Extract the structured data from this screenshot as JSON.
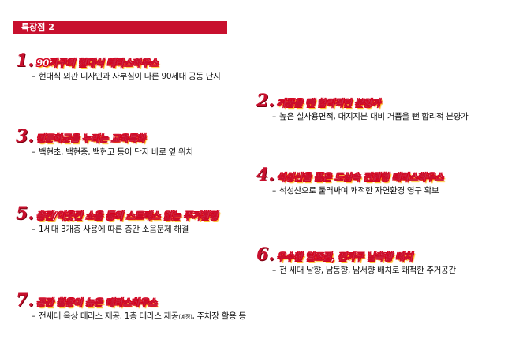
{
  "header": {
    "title": "특장점 2"
  },
  "items": [
    {
      "num": "1.",
      "title": "90가구의 현대식 테라스하우스",
      "dash": "–",
      "desc": "현대식 외관 디자인과 자부심이 다른 90세대 공동 단지"
    },
    {
      "num": "2.",
      "title": "거품을 뺀 합리적인 분양가",
      "dash": "–",
      "desc": "높은 실사용면적, 대지지분 대비 거품을 뺀 합리적 분양가"
    },
    {
      "num": "3.",
      "title": "명문학군을 누리는 교육특화",
      "dash": "–",
      "desc": "백현초, 백현중, 백현고 등이 단지 바로 옆 위치"
    },
    {
      "num": "4.",
      "title": "석성산을 품은 도심속 전원형 테라스하우스",
      "dash": "–",
      "desc": "석성산으로 둘러싸여 쾌적한 자연환경 영구 확보"
    },
    {
      "num": "5.",
      "title": "층간/이웃간 소음 등의 스트레스 없는 주거환경",
      "dash": "–",
      "desc": "1세대 3개층 사용에 따른 층간 소음문제 해결"
    },
    {
      "num": "6.",
      "title": "우수한 일조권, 전가구 남측향 배치",
      "dash": "–",
      "desc": "전 세대 남향, 남동향, 남서향 배치로 쾌적한 주거공간"
    },
    {
      "num": "7.",
      "title": "공간 활용이 높은 테라스하우스",
      "dash": "–",
      "desc_pre": "전세대 옥상 테라스 제공, 1층 테라스 제공",
      "desc_small": "(예정)",
      "desc_post": ", 주차장 활용 등"
    }
  ]
}
